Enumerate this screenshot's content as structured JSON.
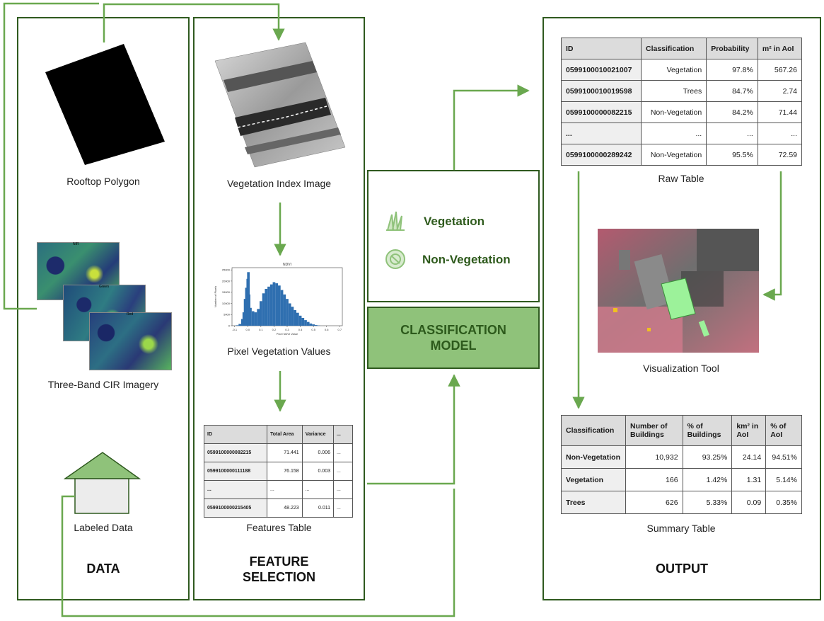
{
  "data_panel": {
    "title": "DATA",
    "rooftop_caption": "Rooftop Polygon",
    "cir_caption": "Three-Band CIR Imagery",
    "cir_band_labels": [
      "NIR",
      "Green",
      "Red"
    ],
    "labeled_caption": "Labeled Data"
  },
  "feature_panel": {
    "title_line1": "FEATURE",
    "title_line2": "SELECTION",
    "vi_caption": "Vegetation Index Image",
    "pixel_caption": "Pixel Vegetation Values",
    "features_caption": "Features Table",
    "features_table": {
      "headers": [
        "ID",
        "Total Area",
        "Variance",
        "..."
      ],
      "rows": [
        [
          "0599100000082215",
          "71.441",
          "0.006",
          "..."
        ],
        [
          "0599100000111188",
          "76.158",
          "0.003",
          "..."
        ],
        [
          "...",
          "...",
          "...",
          "..."
        ],
        [
          "0599100000215405",
          "48.223",
          "0.011",
          "..."
        ]
      ]
    }
  },
  "histogram": {
    "chart_data": {
      "type": "bar",
      "title": "NDVI",
      "xlabel": "Pixel NDVI Value",
      "ylabel": "Number of Pixels",
      "xlim": [
        -0.12,
        0.72
      ],
      "ylim": [
        0,
        26000
      ],
      "x_ticks": [
        "-0.1",
        "0.0",
        "0.1",
        "0.2",
        "0.3",
        "0.4",
        "0.5",
        "0.6",
        "0.7"
      ],
      "y_ticks": [
        "0",
        "5000",
        "10000",
        "15000",
        "20000",
        "25000"
      ],
      "values": [
        [
          -0.08,
          200
        ],
        [
          -0.06,
          800
        ],
        [
          -0.04,
          3000
        ],
        [
          -0.03,
          6000
        ],
        [
          -0.02,
          12000
        ],
        [
          -0.01,
          17000
        ],
        [
          0.0,
          21000
        ],
        [
          0.005,
          24000
        ],
        [
          0.01,
          14000
        ],
        [
          0.02,
          8000
        ],
        [
          0.04,
          6500
        ],
        [
          0.06,
          6000
        ],
        [
          0.08,
          7500
        ],
        [
          0.1,
          11000
        ],
        [
          0.12,
          14500
        ],
        [
          0.14,
          16500
        ],
        [
          0.16,
          17500
        ],
        [
          0.18,
          18500
        ],
        [
          0.2,
          19500
        ],
        [
          0.22,
          19000
        ],
        [
          0.24,
          18000
        ],
        [
          0.26,
          16000
        ],
        [
          0.28,
          14000
        ],
        [
          0.3,
          12000
        ],
        [
          0.32,
          10000
        ],
        [
          0.34,
          8500
        ],
        [
          0.36,
          7000
        ],
        [
          0.38,
          5800
        ],
        [
          0.4,
          4500
        ],
        [
          0.42,
          3500
        ],
        [
          0.44,
          2500
        ],
        [
          0.46,
          1700
        ],
        [
          0.48,
          1000
        ],
        [
          0.5,
          600
        ],
        [
          0.52,
          300
        ],
        [
          0.54,
          120
        ]
      ]
    }
  },
  "model": {
    "line1": "CLASSIFICATION",
    "line2": "MODEL",
    "legend_vegetation": "Vegetation",
    "legend_nonvegetation": "Non-Vegetation"
  },
  "output_panel": {
    "title": "OUTPUT",
    "raw_caption": "Raw Table",
    "viz_caption": "Visualization Tool",
    "summary_caption": "Summary Table",
    "raw_table": {
      "headers": [
        "ID",
        "Classification",
        "Probability",
        "m² in AoI"
      ],
      "rows": [
        [
          "0599100010021007",
          "Vegetation",
          "97.8%",
          "567.26"
        ],
        [
          "0599100010019598",
          "Trees",
          "84.7%",
          "2.74"
        ],
        [
          "0599100000082215",
          "Non-Vegetation",
          "84.2%",
          "71.44"
        ],
        [
          "...",
          "...",
          "...",
          "..."
        ],
        [
          "0599100000289242",
          "Non-Vegetation",
          "95.5%",
          "72.59"
        ]
      ]
    },
    "summary_table": {
      "headers": [
        "Classification",
        "Number of Buildings",
        "% of Buildings",
        "km² in AoI",
        "% of AoI"
      ],
      "rows": [
        [
          "Non-Vegetation",
          "10,932",
          "93.25%",
          "24.14",
          "94.51%"
        ],
        [
          "Vegetation",
          "166",
          "1.42%",
          "1.31",
          "5.14%"
        ],
        [
          "Trees",
          "626",
          "5.33%",
          "0.09",
          "0.35%"
        ]
      ]
    }
  },
  "colors": {
    "arrow": "#6aa84f",
    "border": "#2f5a1f",
    "model_fill": "#8fc27a"
  }
}
